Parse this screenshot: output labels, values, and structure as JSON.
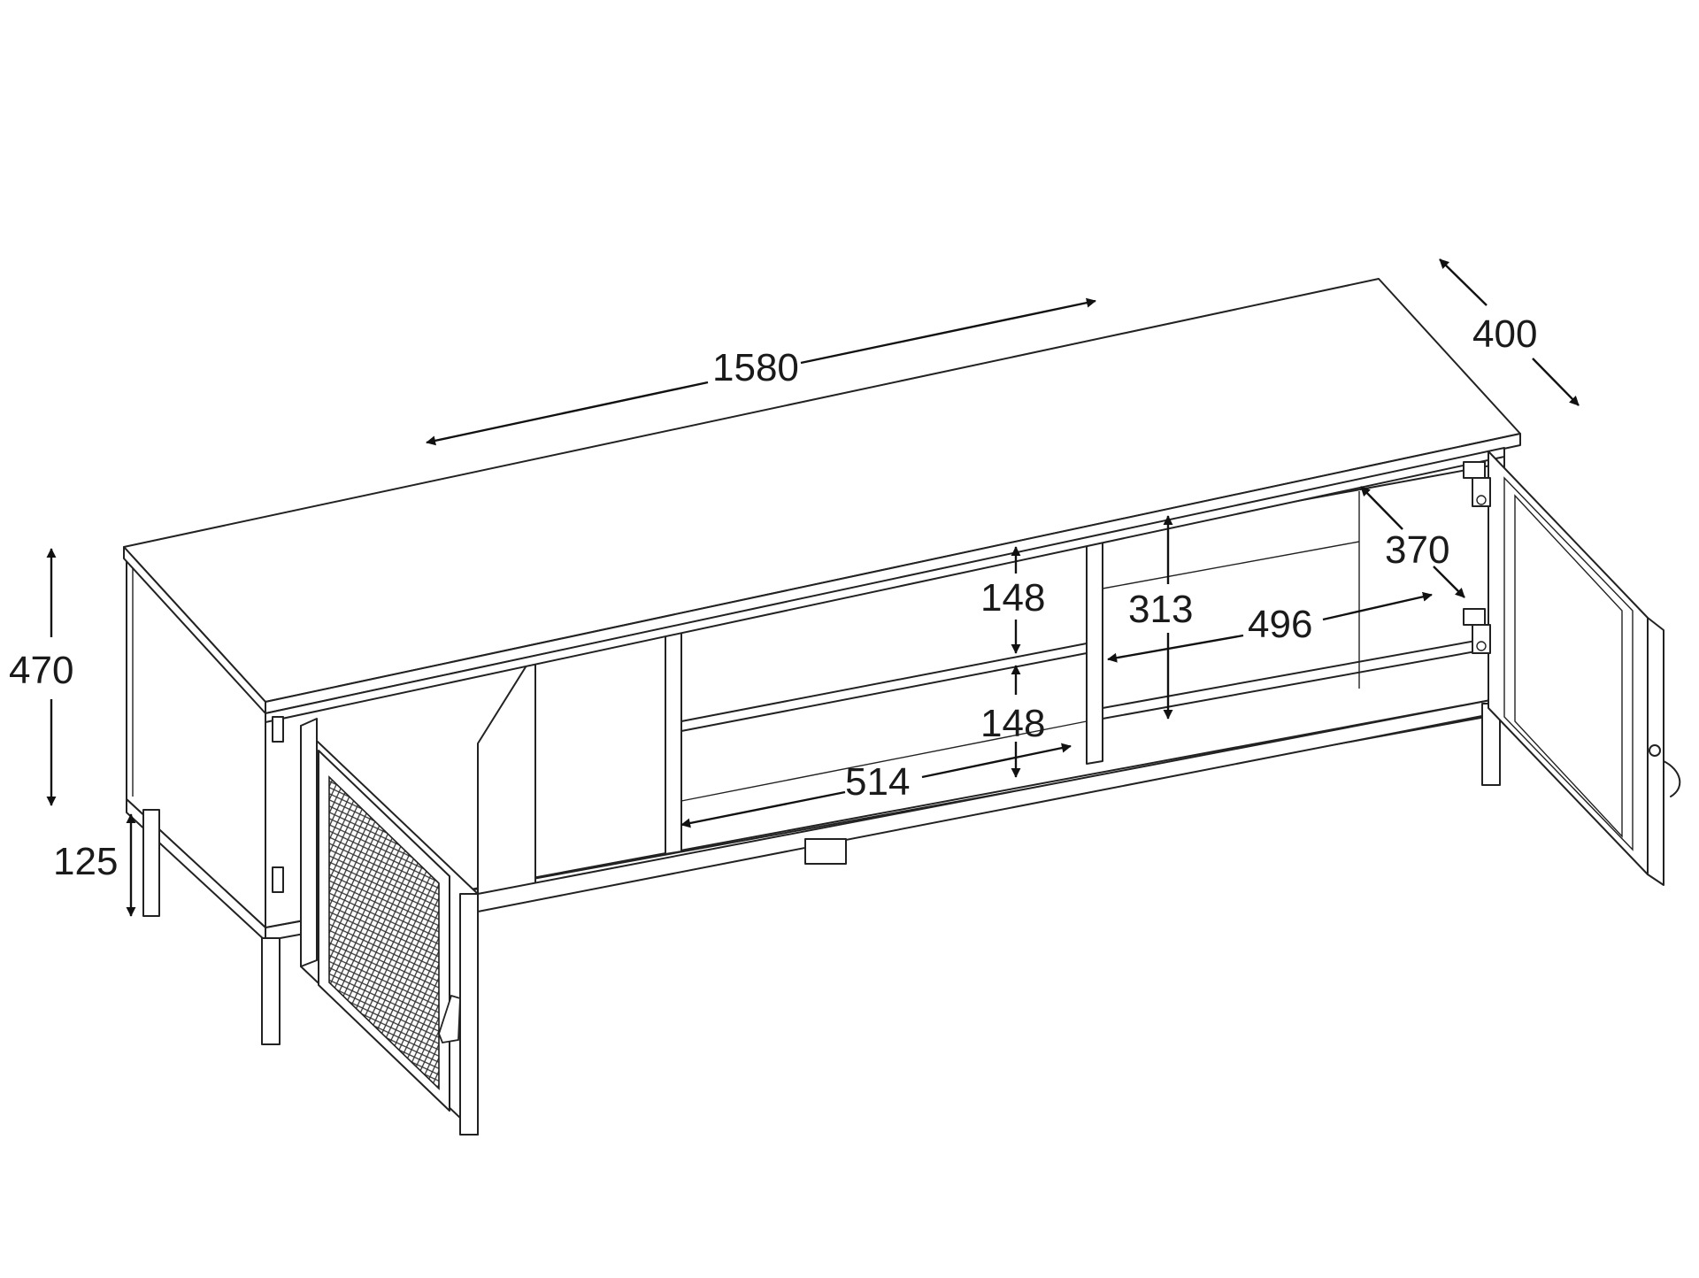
{
  "dimensions": {
    "width": "1580",
    "depth": "400",
    "height": "470",
    "leg_height": "125",
    "inner_depth": "370",
    "door_compartment_height": "313",
    "right_compartment_width": "496",
    "middle_compartment_width": "514",
    "upper_shelf_height": "148",
    "lower_shelf_height": "148"
  }
}
